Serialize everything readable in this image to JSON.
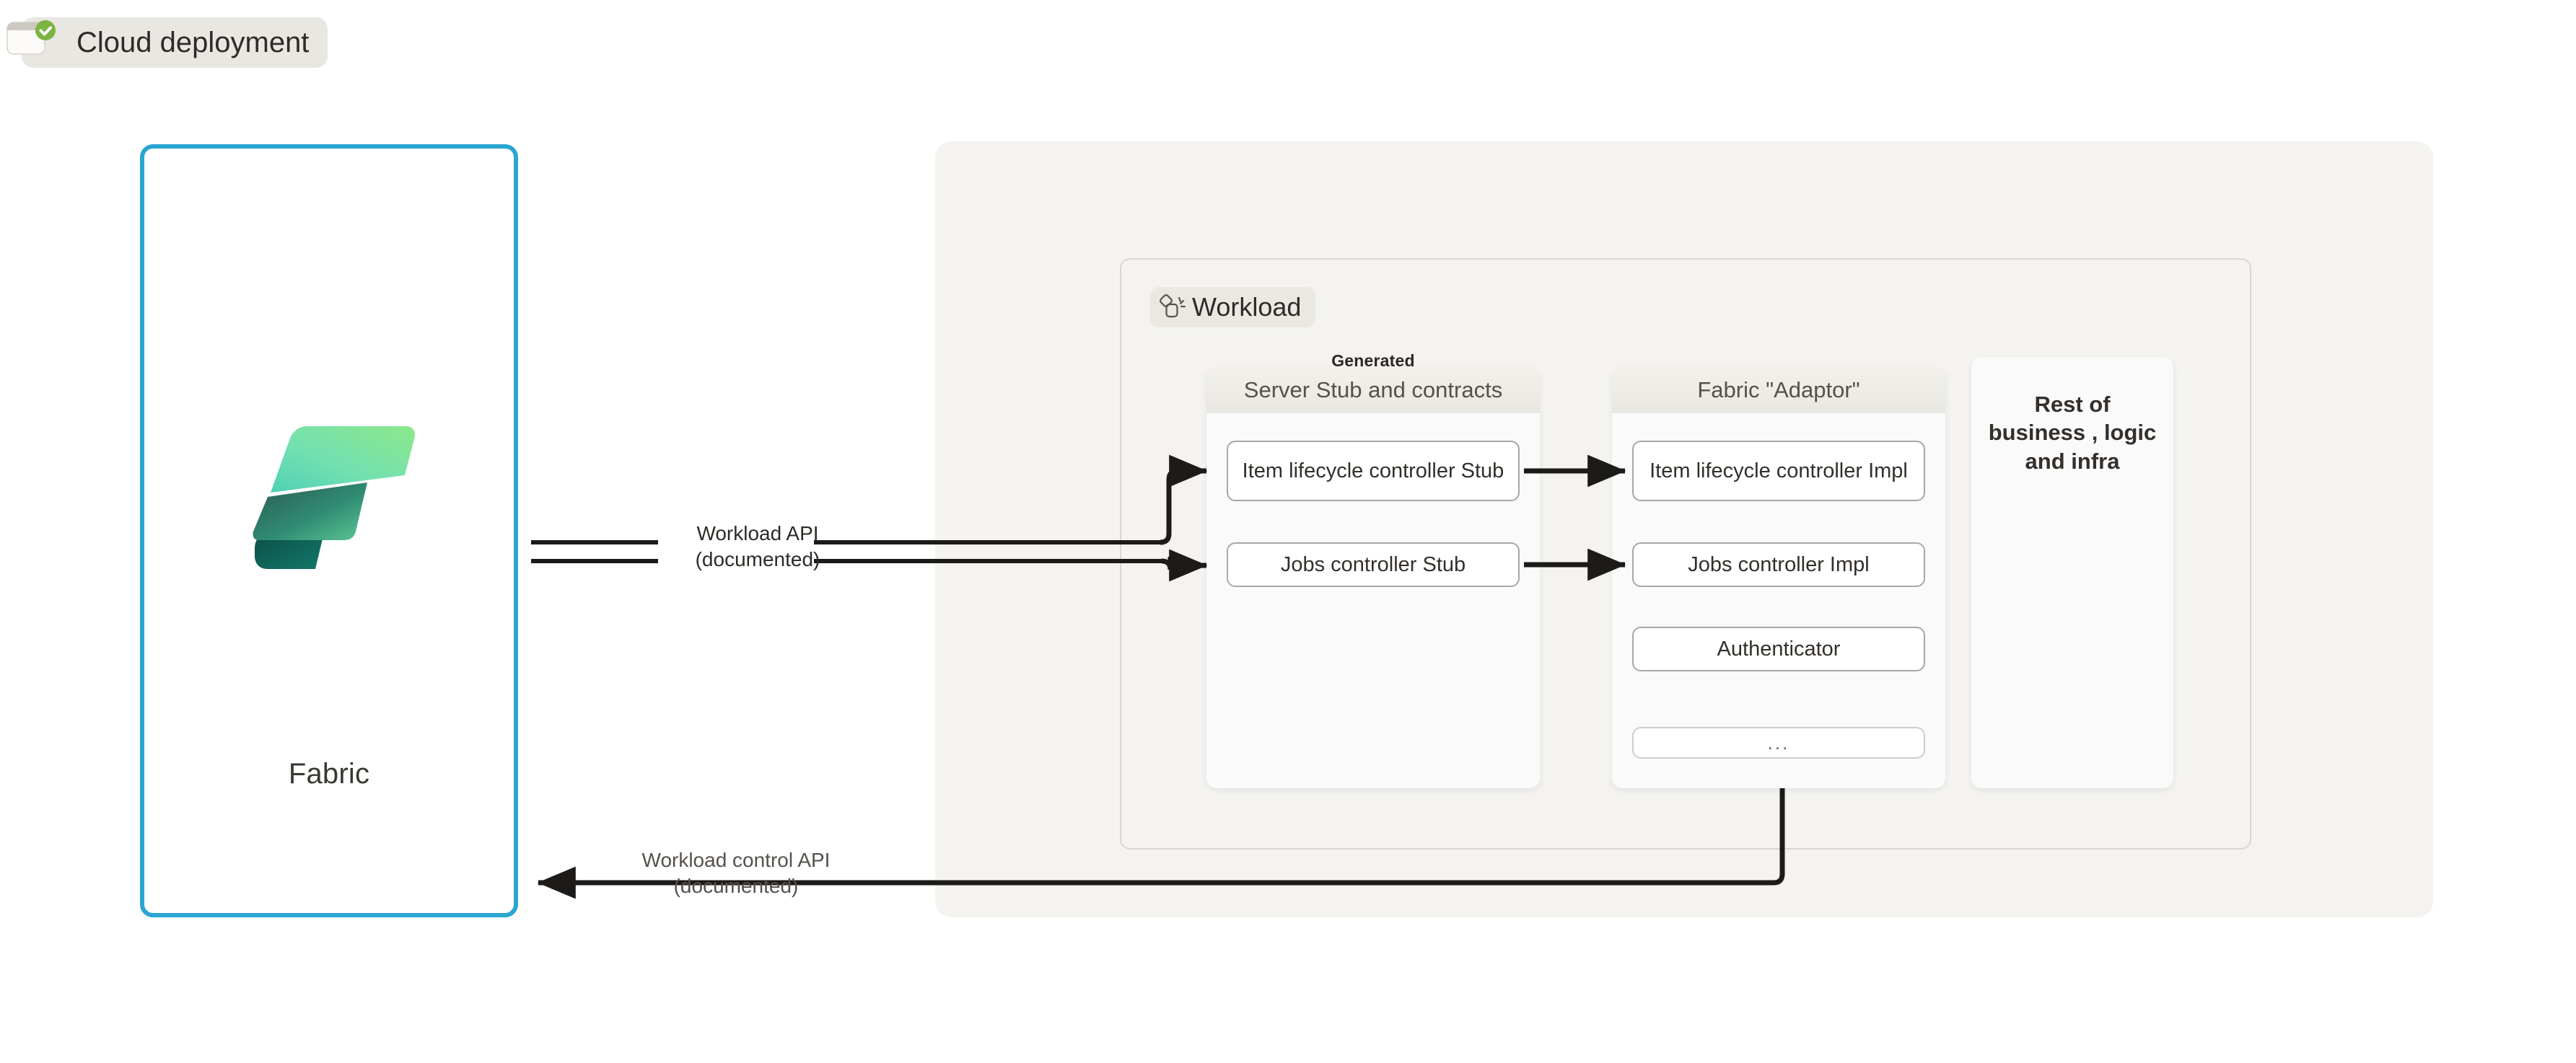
{
  "fabric_panel": {
    "name": "Fabric",
    "label": "Fabric",
    "logo_icon": "fabric-logo",
    "border_color": "#2ba5d1"
  },
  "cloud": {
    "chip_label": "Cloud deployment",
    "chip_icon": "window-check-icon",
    "check_color": "#7cb342",
    "background_color": "#f4f3f0"
  },
  "workload": {
    "chip_label": "Workload",
    "chip_icon": "workload-sparkle-icon",
    "generated_label": "Generated",
    "columns": [
      {
        "id": "server-stub",
        "header": "Server Stub and contracts",
        "boxes": [
          {
            "id": "item-lifecycle-controller-stub",
            "label": "Item lifecycle controller Stub"
          },
          {
            "id": "jobs-controller-stub",
            "label": "Jobs controller Stub"
          }
        ]
      },
      {
        "id": "fabric-adaptor",
        "header": "Fabric \"Adaptor\"",
        "boxes": [
          {
            "id": "item-lifecycle-controller-impl",
            "label": "Item lifecycle controller Impl"
          },
          {
            "id": "jobs-controller-impl",
            "label": "Jobs controller Impl"
          },
          {
            "id": "authenticator",
            "label": "Authenticator"
          },
          {
            "id": "more",
            "label": "..."
          }
        ]
      },
      {
        "id": "rest-of-business",
        "header": "",
        "text": "Rest of business , logic and infra"
      }
    ]
  },
  "edges": [
    {
      "id": "workload-api",
      "label_line1": "Workload API",
      "label_line2": "(documented)",
      "direction": "fabric-to-workload",
      "style": "double-line"
    },
    {
      "id": "workload-control-api",
      "label_line1": "Workload control API",
      "label_line2": "(documented)",
      "direction": "workload-to-fabric",
      "style": "single-line-arrow"
    }
  ]
}
